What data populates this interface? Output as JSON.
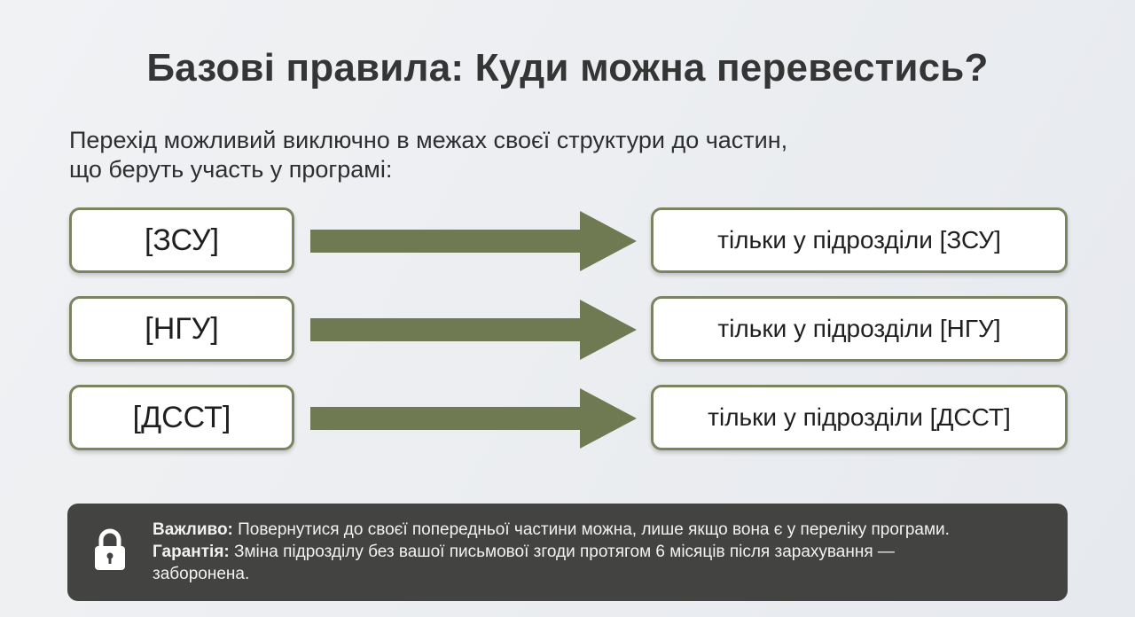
{
  "header": {
    "title": "Базові правила: Куди можна перевестись?",
    "subtitle_line1": "Перехід можливий виключно в межах своєї структури до частин,",
    "subtitle_line2": "що беруть участь у програмі:"
  },
  "rows": [
    {
      "source": "[ЗСУ]",
      "target": "тільки у підрозділи [ЗСУ]"
    },
    {
      "source": "[НГУ]",
      "target": "тільки у підрозділи [НГУ]"
    },
    {
      "source": "[ДССТ]",
      "target": "тільки у підрозділи [ДССТ]"
    }
  ],
  "note": {
    "icon": "lock-icon",
    "important_label": "Важливо:",
    "important_text": " Повернутися до своєї попередньої частини можна, лише якщо вона є у переліку програми.",
    "guarantee_label": "Гарантія:",
    "guarantee_text": " Зміна підрозділу без вашої письмової згоди протягом 6 місяців після зарахування —",
    "guarantee_text_cont": "заборонена."
  },
  "colors": {
    "accent": "#6f7a52",
    "box_border": "#7a8560",
    "note_background": "#434341"
  }
}
